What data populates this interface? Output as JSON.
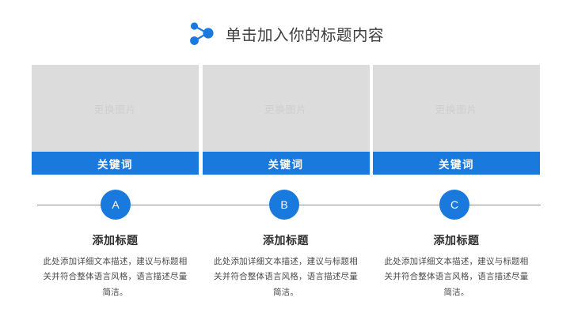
{
  "slide": {
    "background_color": "#ffffff",
    "accent_color": "#1a79dc",
    "placeholder_gray": "#dcdcdc",
    "title": "单击加入你的标题内容",
    "title_icon": "share-nodes-icon"
  },
  "cards": [
    {
      "image_placeholder": "更换图片",
      "bar_label": "关键词"
    },
    {
      "image_placeholder": "更换图片",
      "bar_label": "关键词"
    },
    {
      "image_placeholder": "更换图片",
      "bar_label": "关键词"
    }
  ],
  "nodes": [
    {
      "label": "A"
    },
    {
      "label": "B"
    },
    {
      "label": "C"
    }
  ],
  "columns": [
    {
      "heading": "添加标题",
      "body": "此处添加详细文本描述，建议与标题相关并符合整体语言风格，语言描述尽量简洁。"
    },
    {
      "heading": "添加标题",
      "body": "此处添加详细文本描述，建议与标题相关并符合整体语言风格，语言描述尽量简洁。"
    },
    {
      "heading": "添加标题",
      "body": "此处添加详细文本描述，建议与标题相关并符合整体语言风格，语言描述尽量简洁。"
    }
  ]
}
